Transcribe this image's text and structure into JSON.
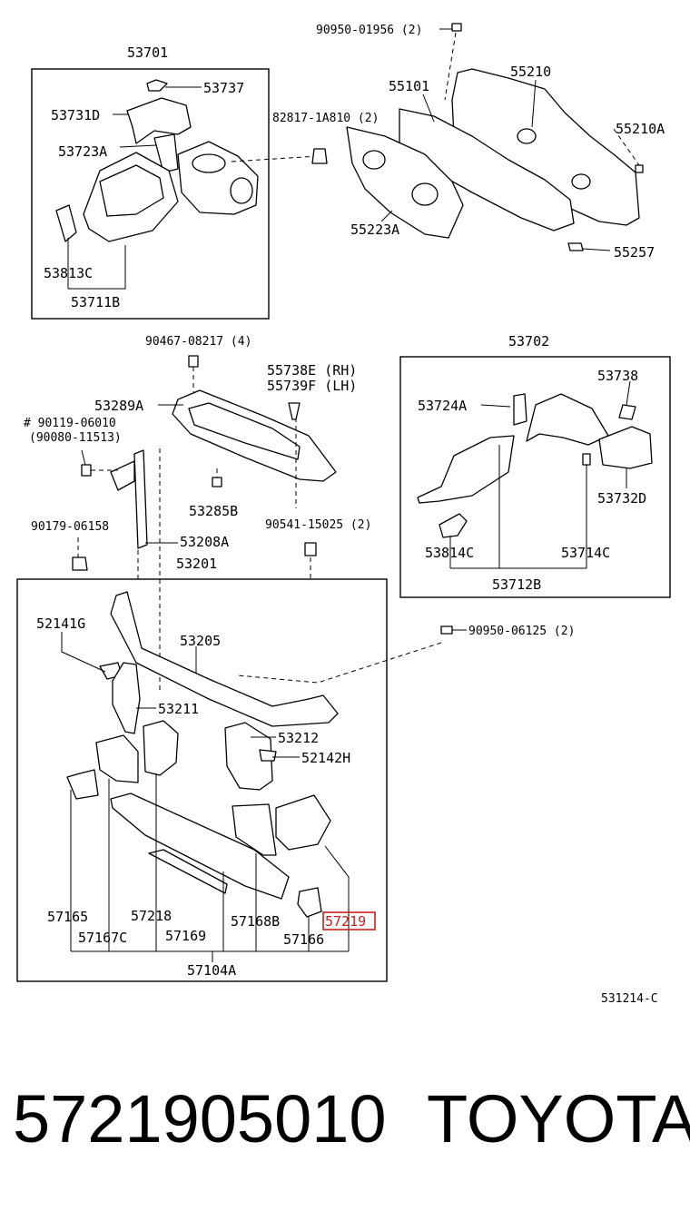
{
  "diagram": {
    "labels": {
      "p53701": "53701",
      "p53737": "53737",
      "p53731D": "53731D",
      "p53723A": "53723A",
      "p53813C": "53813C",
      "p53711B": "53711B",
      "p82817": "82817-1A810 (2)",
      "p90950_01956": "90950-01956 (2)",
      "p55101": "55101",
      "p55210": "55210",
      "p55210A": "55210A",
      "p55223A": "55223A",
      "p55257": "55257",
      "p90467": "90467-08217 (4)",
      "p55738E": "55738E (RH)",
      "p55739F": "55739F (LH)",
      "p53289A": "53289A",
      "p90119": "# 90119-06010",
      "p90080": "(90080-11513)",
      "p53285B": "53285B",
      "p90179": "90179-06158",
      "p53208A": "53208A",
      "p90541": "90541-15025 (2)",
      "p53201": "53201",
      "p53702": "53702",
      "p53738": "53738",
      "p53724A": "53724A",
      "p53732D": "53732D",
      "p53814C": "53814C",
      "p53714C": "53714C",
      "p53712B": "53712B",
      "p52141G": "52141G",
      "p53205": "53205",
      "p90950_06125": "90950-06125 (2)",
      "p53211": "53211",
      "p53212": "53212",
      "p52142H": "52142H",
      "p57165": "57165",
      "p57218": "57218",
      "p57168B": "57168B",
      "p57219": "57219",
      "p57167C": "57167C",
      "p57169": "57169",
      "p57166": "57166",
      "p57104A": "57104A",
      "ref": "531214-C"
    },
    "highlight_color": "#c8201e"
  },
  "footer": {
    "part_number": "5721905010",
    "brand": "TOYOTA"
  }
}
